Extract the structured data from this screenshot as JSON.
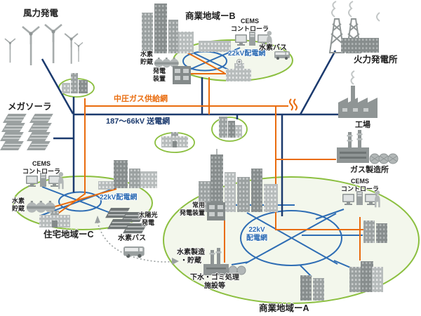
{
  "diagram": {
    "title_hint": "smart energy network concept diagram",
    "labels": {
      "wind_power": "風力発電",
      "commercial_b": "商業地域ーB",
      "cems_b": "CEMS\nコントローラ",
      "h2_storage_b": "水素\n貯蔵",
      "gen_device_b": "発電\n装置",
      "grid22_b": "22kV配電網",
      "h2_bus_b": "水素バス",
      "thermal_plant": "火力発電所",
      "mega_solar": "メガソーラ",
      "gas_trunk": "中圧ガス供給網",
      "power_trunk": "187〜66kV 送電網",
      "factory": "工場",
      "gas_plant": "ガス製造所",
      "cems_c": "CEMS\nコントローラ",
      "h2_storage_c": "水素\n貯蔵",
      "grid22_c": "22kV配電網",
      "pv_c": "太陽光\n発電",
      "residential_c": "住宅地域ーC",
      "h2_bus_c": "水素バス",
      "commercial_a": "商業地域ーA",
      "cems_a": "CEMS\nコントローラ",
      "standby_gen_a": "常用\n発電装置",
      "h2_prod_a": "水素製造\n・貯蔵",
      "sewage_a": "下水・ゴミ処理\n施設等",
      "grid22_a": "22kV\n配電網"
    },
    "colors": {
      "transmission_navy": "#1b3a6e",
      "distribution_blue": "#2e6db4",
      "gas_orange": "#e96c0e",
      "area_green": "#8bbf3f",
      "building_gray": "#9ba1a1",
      "text": "#1f1f1f"
    },
    "icons": [
      "wind-turbines-icon",
      "thermal-plant-icon",
      "factory-icon",
      "gas-plant-icon",
      "mega-solar-icon",
      "solar-pv-icon",
      "hydrogen-tanks-icon",
      "generator-icon",
      "cems-controller-icon",
      "hydrogen-bus-icon",
      "hospital-icon",
      "city-icon",
      "sewage-plant-icon",
      "gas-flame-icon",
      "bus-route-arrow-icon"
    ]
  }
}
